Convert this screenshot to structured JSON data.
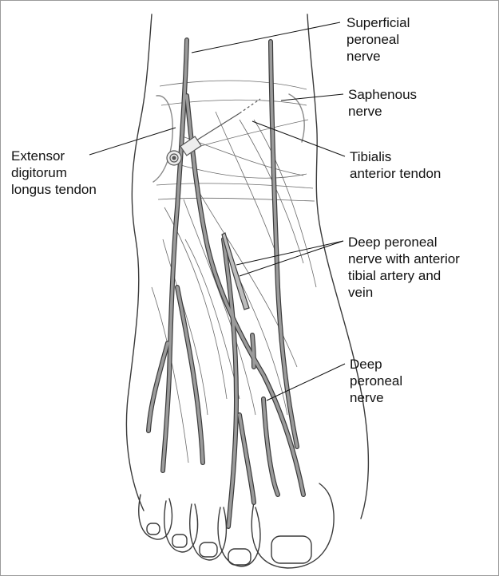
{
  "labels": {
    "superficial_peroneal": "Superficial\nperoneal\nnerve",
    "saphenous": "Saphenous\nnerve",
    "extensor_digitorum": "Extensor\ndigitorum\nlongus tendon",
    "tibialis_anterior": "Tibialis\nanterior tendon",
    "deep_peroneal_artery": "Deep peroneal\nnerve with anterior\ntibial artery and\nvein",
    "deep_peroneal": "Deep\nperoneal\nnerve"
  },
  "colors": {
    "outline": "#3a3a3a",
    "nerve_fill": "#9b9b9b",
    "tendon_line": "#6a6a6a",
    "needle": "#555555"
  }
}
